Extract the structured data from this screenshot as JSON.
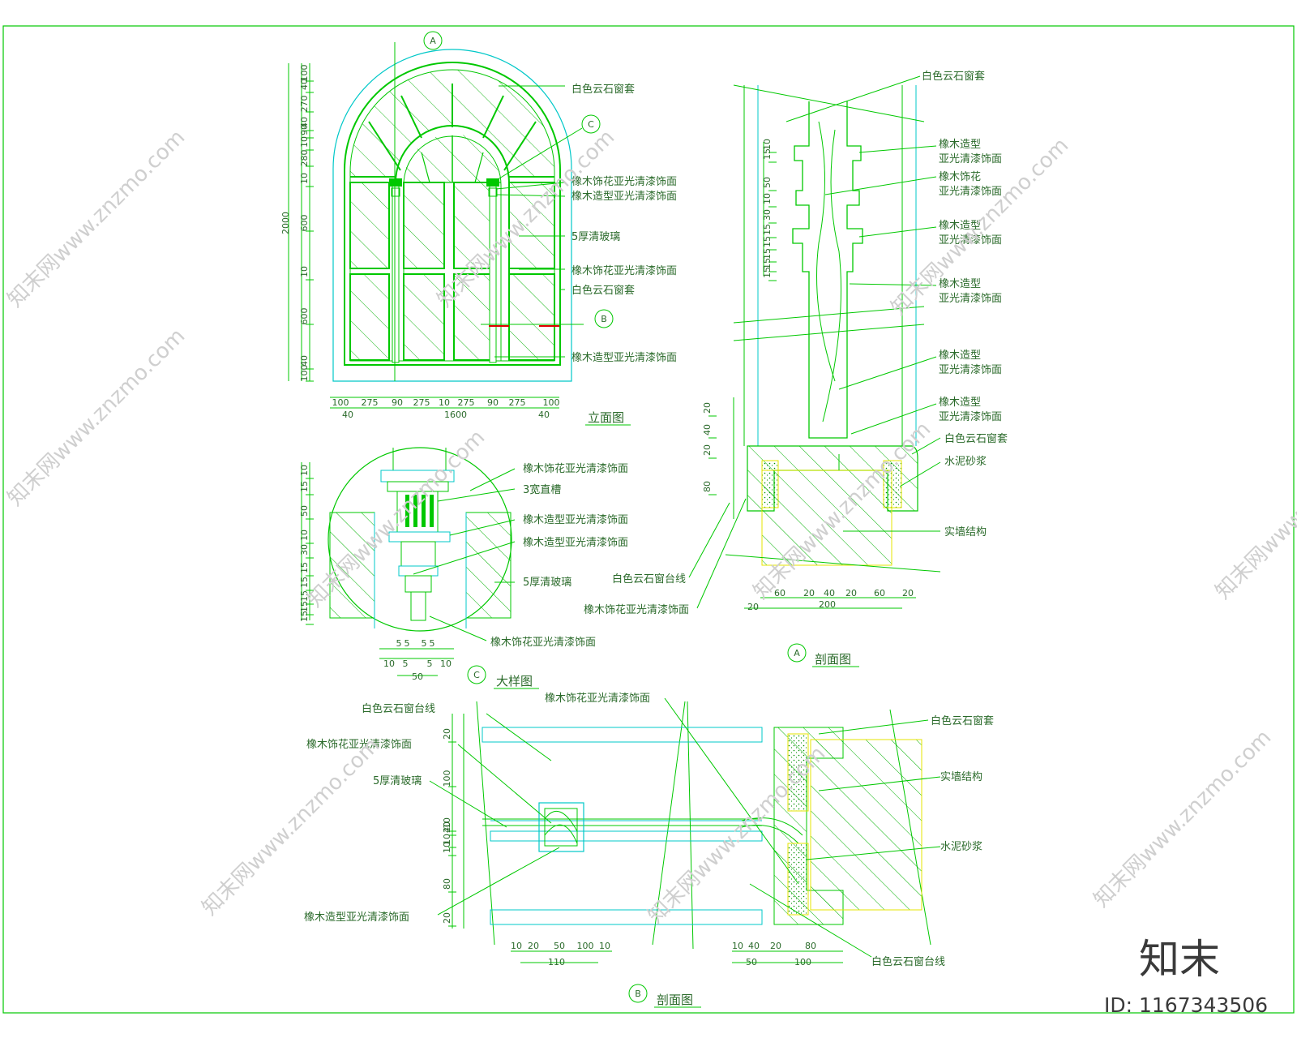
{
  "colors": {
    "line": "#00c800",
    "cyan": "#00c8c8",
    "hatch": "#00b000",
    "yellow": "#e6e600",
    "text": "#2a6a2a"
  },
  "titles": {
    "elevation": "立面图",
    "section_a": "剖面图",
    "detail_c": "大样图",
    "section_b": "剖面图",
    "tag_a": "A",
    "tag_b": "B",
    "tag_c": "C"
  },
  "labels": {
    "el_1": "白色云石窗套",
    "el_2": "橡木饰花亚光清漆饰面",
    "el_3": "橡木造型亚光清漆饰面",
    "el_4": "5厚清玻璃",
    "el_5": "橡木饰花亚光清漆饰面",
    "el_6": "白色云石窗套",
    "el_7": "橡木造型亚光清漆饰面",
    "sa_1": "白色云石窗套",
    "sa_2a": "橡木造型",
    "sa_2b": "亚光清漆饰面",
    "sa_3a": "橡木饰花",
    "sa_3b": "亚光清漆饰面",
    "sa_4a": "橡木造型",
    "sa_4b": "亚光清漆饰面",
    "sa_5a": "橡木造型",
    "sa_5b": "亚光清漆饰面",
    "sa_6a": "橡木造型",
    "sa_6b": "亚光清漆饰面",
    "sa_7a": "橡木造型",
    "sa_7b": "亚光清漆饰面",
    "sa_8": "白色云石窗套",
    "sa_9": "水泥砂浆",
    "sa_10": "实墙结构",
    "sa_11": "白色云石窗台线",
    "sa_12": "橡木饰花亚光清漆饰面",
    "dc_1": "橡木饰花亚光清漆饰面",
    "dc_2": "3宽直槽",
    "dc_3": "橡木造型亚光清漆饰面",
    "dc_4": "橡木造型亚光清漆饰面",
    "dc_5": "5厚清玻璃",
    "dc_6": "橡木饰花亚光清漆饰面",
    "sb_1": "橡木饰花亚光清漆饰面",
    "sb_2": "白色云石窗台线",
    "sb_3": "橡木饰花亚光清漆饰面",
    "sb_4": "5厚清玻璃",
    "sb_5": "橡木造型亚光清漆饰面",
    "sb_6": "白色云石窗套",
    "sb_7": "实墙结构",
    "sb_8": "水泥砂浆",
    "sb_9": "白色云石窗台线"
  },
  "dims": {
    "el_left": [
      "100",
      "40",
      "270",
      "40",
      "90",
      "10",
      "280",
      "10",
      "600",
      "10",
      "600",
      "40",
      "100"
    ],
    "el_total": "2000",
    "el_bottom": [
      "100",
      "275",
      "90",
      "275",
      "10",
      "275",
      "90",
      "275",
      "100"
    ],
    "el_bottom2": [
      "40",
      "1600",
      "40"
    ],
    "sa_left": [
      "20",
      "40",
      "20",
      "80"
    ],
    "sa_left_upper": [
      "10",
      "15",
      "50",
      "10",
      "30",
      "15",
      "15",
      "15",
      "15",
      "15"
    ],
    "sa_bottom": [
      "60",
      "20",
      "40",
      "20",
      "60",
      "20"
    ],
    "sa_bottom2": [
      "20",
      "200"
    ],
    "dc_left": [
      "10",
      "15",
      "50",
      "10",
      "30",
      "15",
      "15",
      "15",
      "15",
      "15"
    ],
    "dc_bottom1": [
      "5",
      "5",
      "5",
      "5"
    ],
    "dc_bottom2": [
      "10",
      "5",
      "5",
      "10"
    ],
    "dc_bottom3": "50",
    "sb_left": [
      "20",
      "100",
      "40",
      "10",
      "20",
      "10",
      "10",
      "80",
      "20"
    ],
    "sb_bottom_l": [
      "10",
      "20",
      "50",
      "100",
      "10"
    ],
    "sb_bottom_l2": "110",
    "sb_bottom_r": [
      "10",
      "40",
      "20",
      "80"
    ],
    "sb_bottom_r2": [
      "50",
      "100"
    ]
  },
  "watermark": {
    "text": "知末网www.znzmo.com",
    "brand": "知末",
    "id": "ID: 1167343506"
  }
}
